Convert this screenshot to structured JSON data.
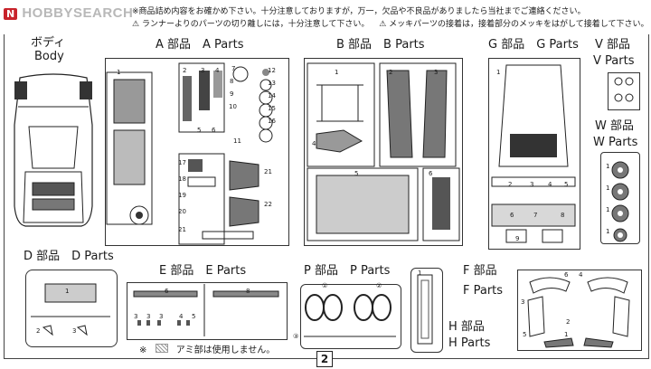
{
  "watermark": {
    "logo": "N",
    "text": "HOBBYSEARCH"
  },
  "notes": {
    "line1_prefix": "※",
    "line1": "商品詰め内容をお確かめ下さい。十分注意しておりますが，万一，欠品や不良品がありましたら当社までご連絡ください。",
    "line2": "ランナーよりのパーツの切り離しには，十分注意して下さい。",
    "line3": "メッキパーツの接着は，接着部分のメッキをはがして接着して下さい。"
  },
  "body_label": {
    "jp": "ボディ",
    "en": "Body"
  },
  "sections": {
    "a": "A 部品　A Parts",
    "b": "B 部品　B Parts",
    "g": "G 部品　G Parts",
    "v1": "V 部品",
    "v2": "V Parts",
    "w1": "W 部品",
    "w2": "W Parts",
    "d": "D 部品　D Parts",
    "e": "E 部品　E Parts",
    "p": "P 部品　P Parts",
    "f1": "F 部品",
    "f2": "F Parts",
    "h1": "H 部品",
    "h2": "H Parts"
  },
  "mesh_note": {
    "mark": "※",
    "text": "アミ部は使用しません。"
  },
  "page_number": "2",
  "part_numbers": {
    "a": [
      "1",
      "2",
      "3",
      "4",
      "5",
      "6",
      "7",
      "8",
      "9",
      "10",
      "11",
      "12",
      "13",
      "14",
      "15",
      "16",
      "17",
      "18",
      "19",
      "20",
      "21",
      "21",
      "22"
    ],
    "b": [
      "1",
      "2",
      "3",
      "4",
      "5",
      "6"
    ],
    "g": [
      "1",
      "2",
      "3",
      "4",
      "5",
      "6",
      "7",
      "8",
      "9"
    ],
    "w": [
      "1",
      "1",
      "1",
      "1"
    ],
    "d": [
      "1",
      "2",
      "3"
    ],
    "e": [
      "6",
      "8",
      "3",
      "3",
      "3",
      "4",
      "5"
    ],
    "p": [
      "①",
      "②",
      "③"
    ],
    "f": [
      "6",
      "4",
      "3",
      "2",
      "5",
      "1"
    ],
    "h": [
      "1"
    ]
  }
}
